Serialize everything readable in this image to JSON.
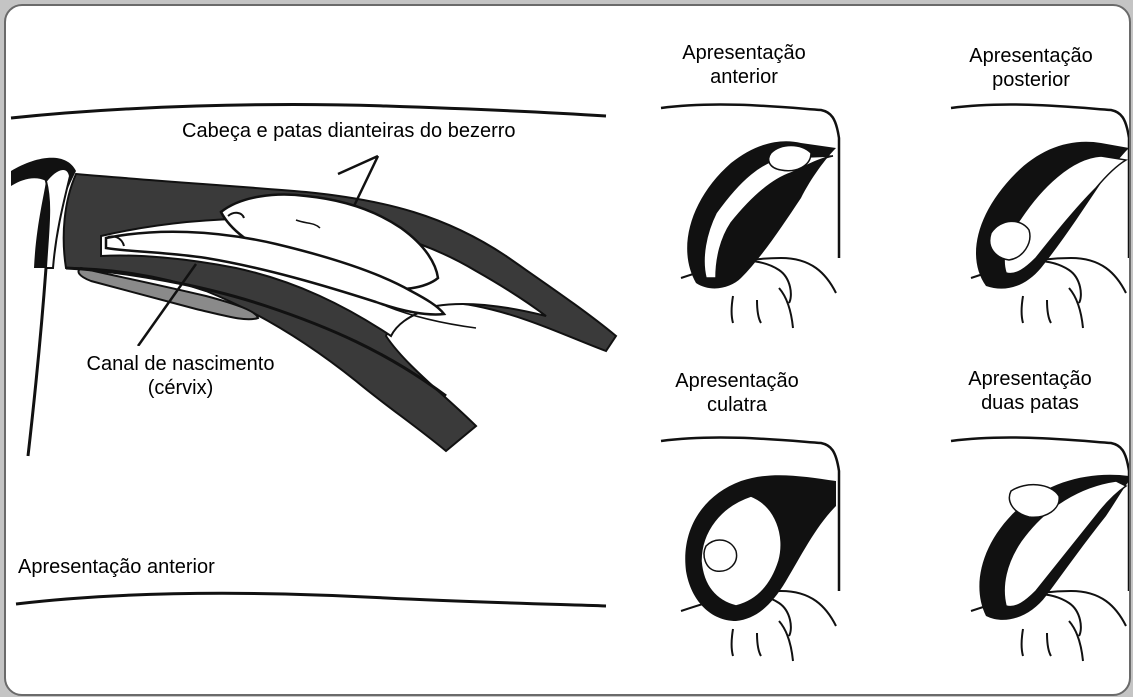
{
  "main_figure": {
    "calf_label": "Cabeça e patas dianteiras do bezerro",
    "canal_label_line1": "Canal de nascimento",
    "canal_label_line2": "(cérvix)",
    "caption": "Apresentação anterior"
  },
  "panels": [
    {
      "line1": "Apresentação",
      "line2": "anterior"
    },
    {
      "line1": "Apresentação",
      "line2": "posterior"
    },
    {
      "line1": "Apresentação",
      "line2": "culatra"
    },
    {
      "line1": "Apresentação",
      "line2": "duas patas"
    }
  ]
}
